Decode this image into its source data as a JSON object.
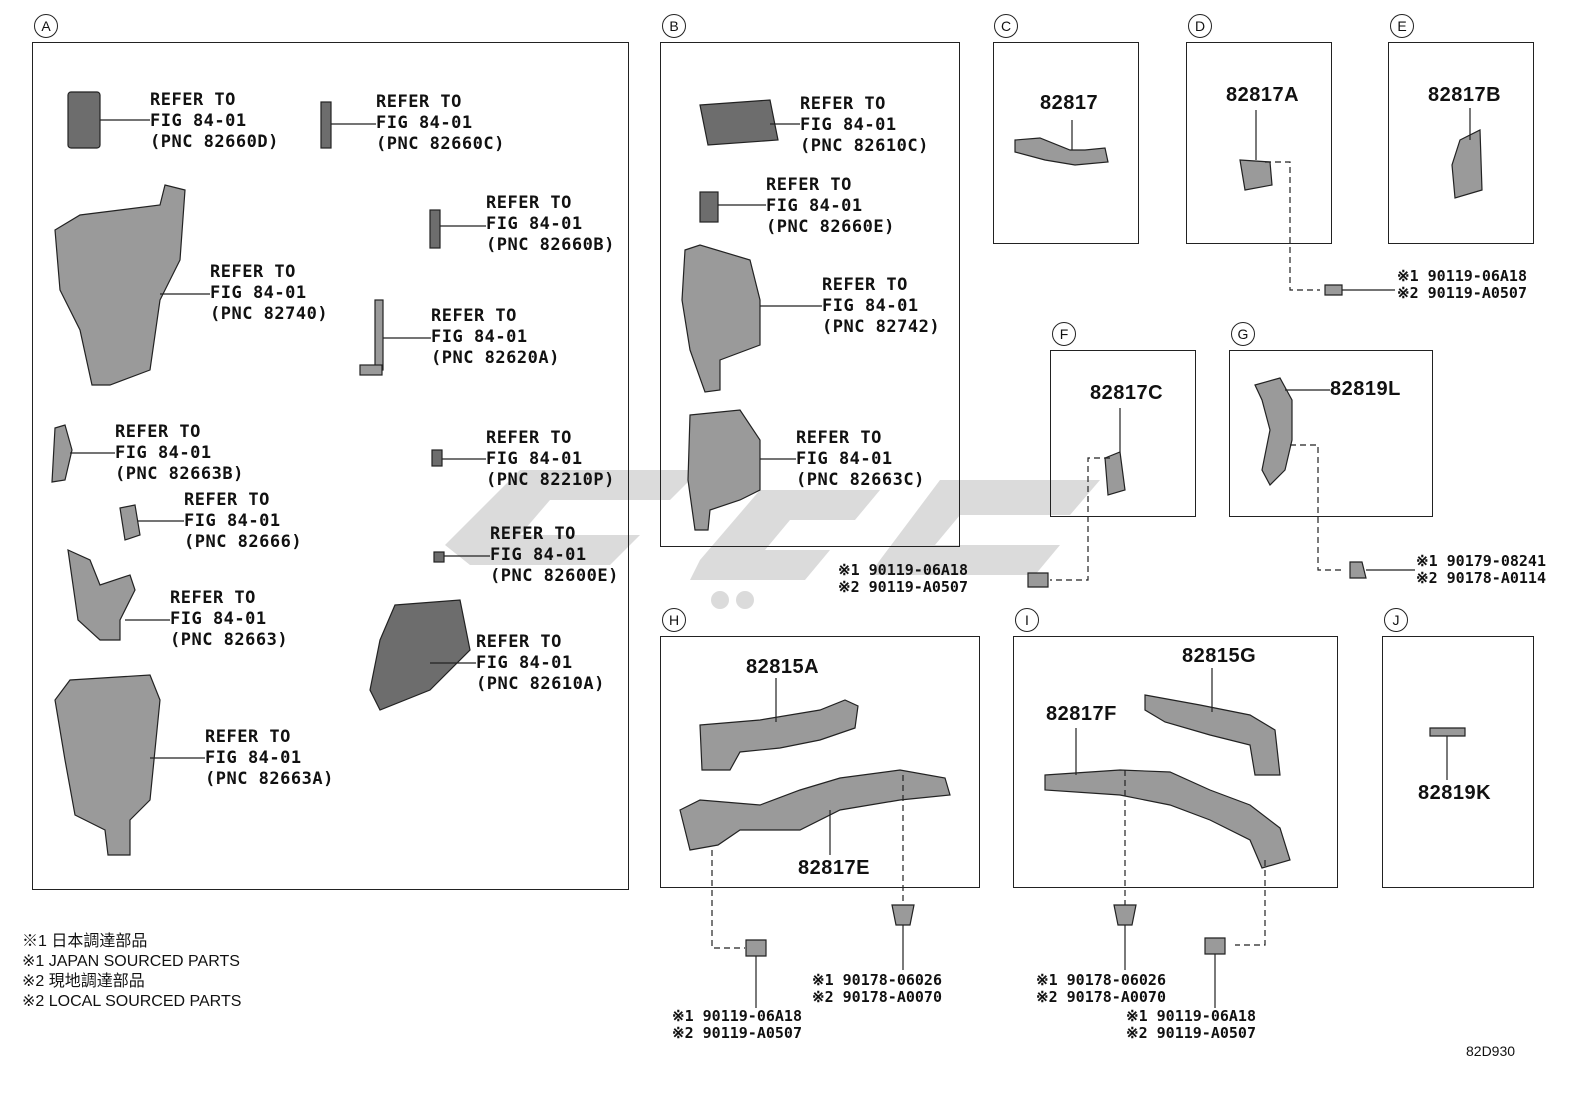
{
  "sections": {
    "A": {
      "letter": "A",
      "refs": [
        {
          "l1": "REFER TO",
          "l2": "FIG 84-01",
          "l3": "(PNC 82660D)"
        },
        {
          "l1": "REFER TO",
          "l2": "FIG 84-01",
          "l3": "(PNC 82660C)"
        },
        {
          "l1": "REFER TO",
          "l2": "FIG 84-01",
          "l3": "(PNC 82660B)"
        },
        {
          "l1": "REFER TO",
          "l2": "FIG 84-01",
          "l3": "(PNC 82740)"
        },
        {
          "l1": "REFER TO",
          "l2": "FIG 84-01",
          "l3": "(PNC 82620A)"
        },
        {
          "l1": "REFER TO",
          "l2": "FIG 84-01",
          "l3": "(PNC 82663B)"
        },
        {
          "l1": "REFER TO",
          "l2": "FIG 84-01",
          "l3": "(PNC 82210P)"
        },
        {
          "l1": "REFER TO",
          "l2": "FIG 84-01",
          "l3": "(PNC 82666)"
        },
        {
          "l1": "REFER TO",
          "l2": "FIG 84-01",
          "l3": "(PNC 82600E)"
        },
        {
          "l1": "REFER TO",
          "l2": "FIG 84-01",
          "l3": "(PNC 82663)"
        },
        {
          "l1": "REFER TO",
          "l2": "FIG 84-01",
          "l3": "(PNC 82610A)"
        },
        {
          "l1": "REFER TO",
          "l2": "FIG 84-01",
          "l3": "(PNC 82663A)"
        }
      ]
    },
    "B": {
      "letter": "B",
      "refs": [
        {
          "l1": "REFER TO",
          "l2": "FIG 84-01",
          "l3": "(PNC 82610C)"
        },
        {
          "l1": "REFER TO",
          "l2": "FIG 84-01",
          "l3": "(PNC 82660E)"
        },
        {
          "l1": "REFER TO",
          "l2": "FIG 84-01",
          "l3": "(PNC 82742)"
        },
        {
          "l1": "REFER TO",
          "l2": "FIG 84-01",
          "l3": "(PNC 82663C)"
        }
      ]
    },
    "C": {
      "letter": "C",
      "part": "82817"
    },
    "D": {
      "letter": "D",
      "part": "82817A"
    },
    "E": {
      "letter": "E",
      "part": "82817B"
    },
    "F": {
      "letter": "F",
      "part": "82817C"
    },
    "G": {
      "letter": "G",
      "part": "82819L"
    },
    "H": {
      "letter": "H",
      "parts": [
        "82815A",
        "82817E"
      ]
    },
    "I": {
      "letter": "I",
      "parts": [
        "82815G",
        "82817F"
      ]
    },
    "J": {
      "letter": "J",
      "part": "82819K"
    }
  },
  "fasteners": {
    "d": {
      "l1": "※1 90119-06A18",
      "l2": "※2 90119-A0507"
    },
    "f": {
      "l1": "※1 90119-06A18",
      "l2": "※2 90119-A0507"
    },
    "g": {
      "l1": "※1 90179-08241",
      "l2": "※2 90178-A0114"
    },
    "h1": {
      "l1": "※1 90119-06A18",
      "l2": "※2 90119-A0507"
    },
    "h2": {
      "l1": "※1 90178-06026",
      "l2": "※2 90178-A0070"
    },
    "i1": {
      "l1": "※1 90178-06026",
      "l2": "※2 90178-A0070"
    },
    "i2": {
      "l1": "※1 90119-06A18",
      "l2": "※2 90119-A0507"
    }
  },
  "legend": [
    "※1 日本調達部品",
    "※1 JAPAN SOURCED PARTS",
    "※2 現地調達部品",
    "※2 LOCAL SOURCED PARTS"
  ],
  "diagram_code": "82D930"
}
